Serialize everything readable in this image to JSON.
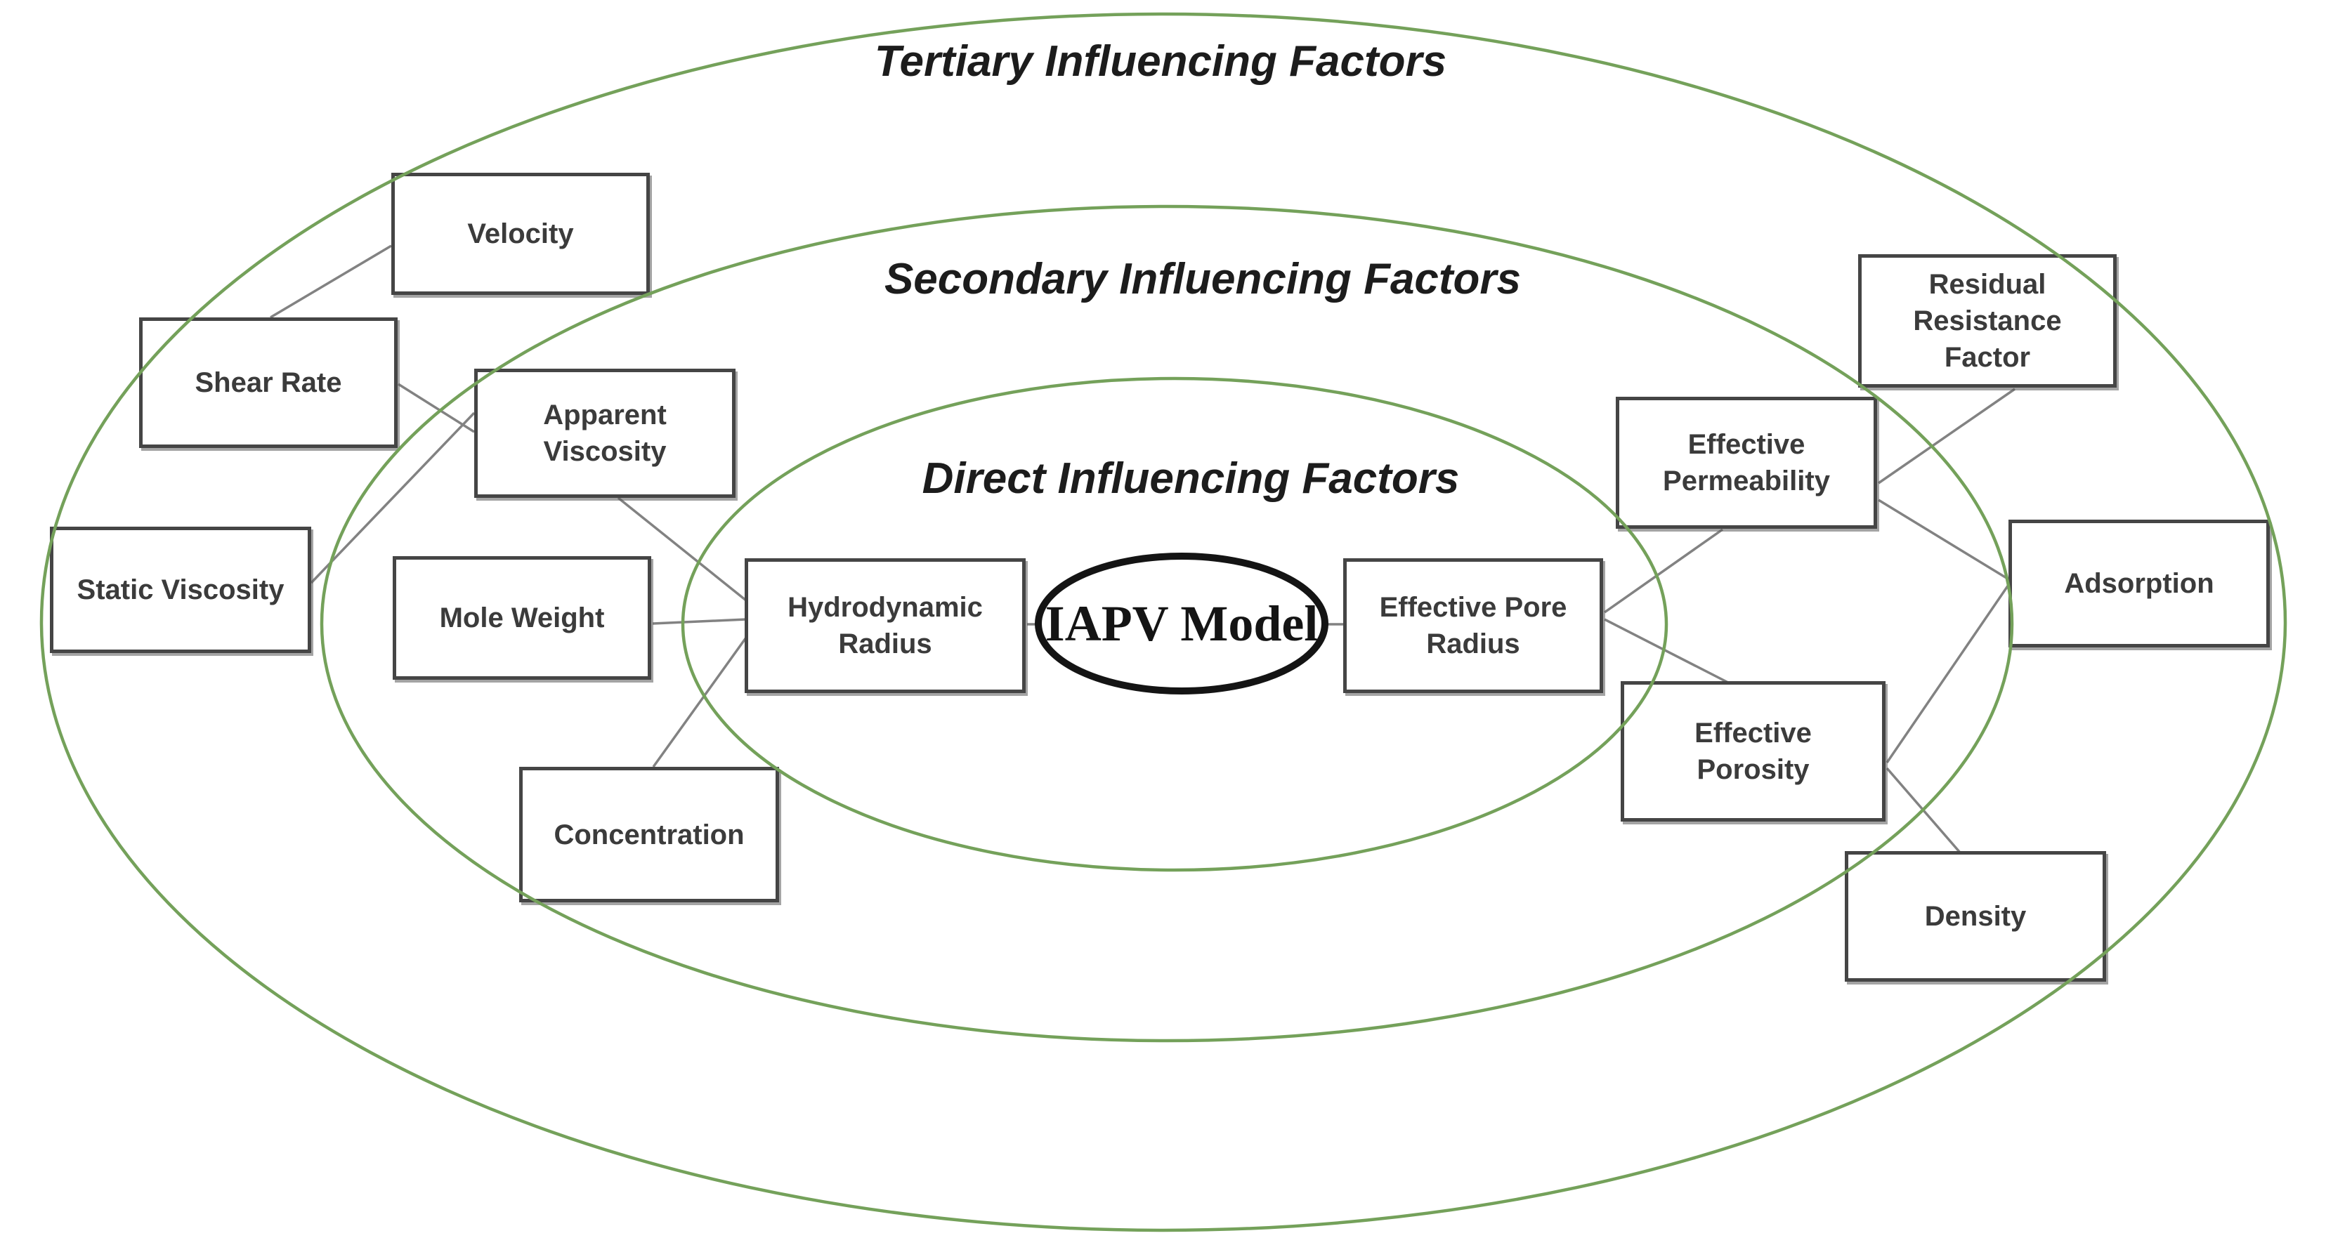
{
  "diagram": {
    "title_tertiary": "Tertiary Influencing Factors",
    "title_secondary": "Secondary Influencing Factors",
    "title_direct": "Direct Influencing Factors",
    "center": {
      "label": "IAPV Model"
    },
    "nodes": {
      "velocity": {
        "label": "Velocity",
        "ring": "tertiary"
      },
      "shear_rate": {
        "label": "Shear Rate",
        "ring": "tertiary"
      },
      "static_viscosity": {
        "label": "Static Viscosity",
        "ring": "tertiary"
      },
      "apparent_viscosity": {
        "label": "Apparent Viscosity",
        "ring": "secondary"
      },
      "mole_weight": {
        "label": "Mole Weight",
        "ring": "secondary"
      },
      "concentration": {
        "label": "Concentration",
        "ring": "secondary"
      },
      "hydrodynamic_radius": {
        "label": "Hydrodynamic Radius",
        "ring": "direct"
      },
      "effective_pore_radius": {
        "label": "Effective Pore Radius",
        "ring": "direct"
      },
      "effective_permeability": {
        "label": "Effective Permeability",
        "ring": "secondary"
      },
      "residual_resistance_factor": {
        "label": "Residual Resistance Factor",
        "ring": "tertiary"
      },
      "adsorption": {
        "label": "Adsorption",
        "ring": "tertiary"
      },
      "effective_porosity": {
        "label": "Effective Porosity",
        "ring": "secondary"
      },
      "density": {
        "label": "Density",
        "ring": "tertiary"
      }
    },
    "edges": [
      {
        "from": "Velocity",
        "to": "Shear Rate"
      },
      {
        "from": "Shear Rate",
        "to": "Apparent Viscosity"
      },
      {
        "from": "Static Viscosity",
        "to": "Apparent Viscosity"
      },
      {
        "from": "Apparent Viscosity",
        "to": "Hydrodynamic Radius"
      },
      {
        "from": "Mole Weight",
        "to": "Hydrodynamic Radius"
      },
      {
        "from": "Concentration",
        "to": "Hydrodynamic Radius"
      },
      {
        "from": "Hydrodynamic Radius",
        "to": "IAPV Model"
      },
      {
        "from": "IAPV Model",
        "to": "Effective Pore Radius"
      },
      {
        "from": "Effective Pore Radius",
        "to": "Effective Permeability"
      },
      {
        "from": "Effective Pore Radius",
        "to": "Effective Porosity"
      },
      {
        "from": "Effective Permeability",
        "to": "Residual Resistance Factor"
      },
      {
        "from": "Effective Permeability",
        "to": "Adsorption"
      },
      {
        "from": "Adsorption",
        "to": "Effective Porosity"
      },
      {
        "from": "Effective Porosity",
        "to": "Density"
      }
    ],
    "colors": {
      "ring_stroke": "#74a15a",
      "connector": "#828282",
      "box_border": "#454545",
      "center_ellipse_stroke": "#141414",
      "text": "#3b3b3b"
    }
  }
}
